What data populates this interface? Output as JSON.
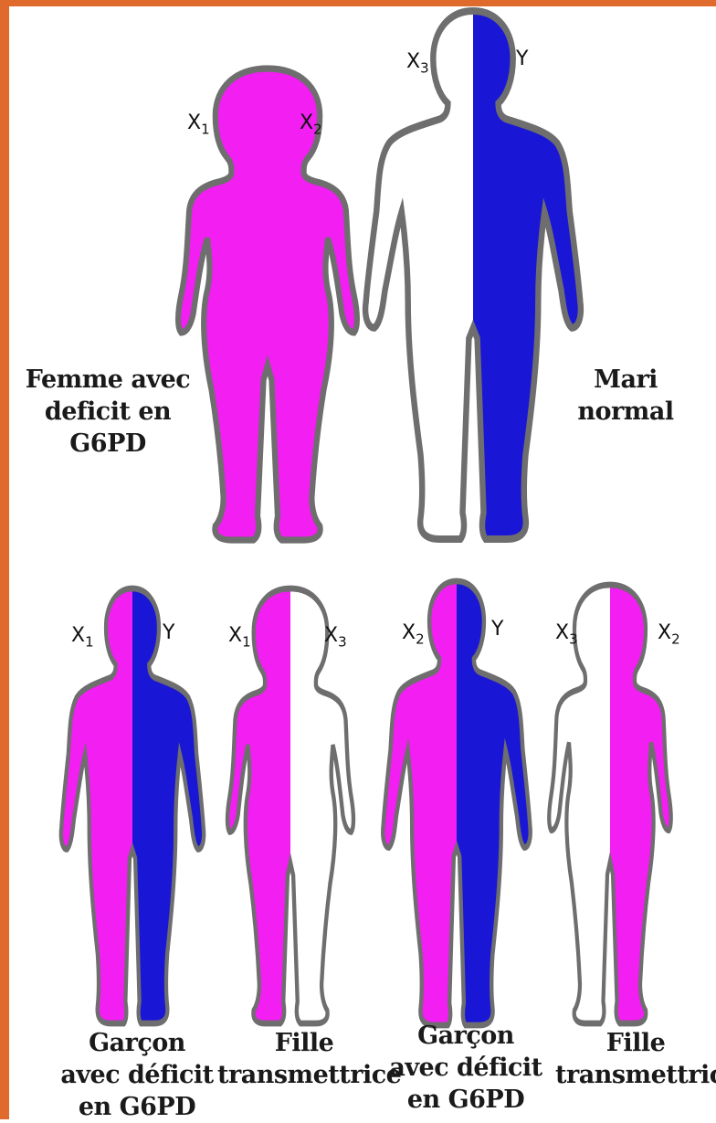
{
  "colors": {
    "deficient_x": "#f21ef2",
    "y_chromosome": "#1a16d6",
    "normal_x": "#ffffff",
    "outline": "#6e6e6e",
    "frame": "#e06a2c"
  },
  "parents": {
    "mother": {
      "label": "Femme avec\ndeficit en G6PD",
      "left": {
        "base": "X",
        "sub": "1",
        "fill": "deficient_x"
      },
      "right": {
        "base": "X",
        "sub": "2",
        "fill": "deficient_x"
      }
    },
    "father": {
      "label": "Mari\nnormal",
      "left": {
        "base": "X",
        "sub": "3",
        "fill": "normal_x"
      },
      "right": {
        "base": "Y",
        "sub": "",
        "fill": "y_chromosome"
      }
    }
  },
  "children": [
    {
      "label": "Garçon\navec déficit\nen G6PD",
      "left": {
        "base": "X",
        "sub": "1",
        "fill": "deficient_x"
      },
      "right": {
        "base": "Y",
        "sub": "",
        "fill": "y_chromosome"
      }
    },
    {
      "label": "Fille\ntransmettrice",
      "left": {
        "base": "X",
        "sub": "1",
        "fill": "deficient_x"
      },
      "right": {
        "base": "X",
        "sub": "3",
        "fill": "normal_x"
      }
    },
    {
      "label": "Garçon\navec déficit\nen G6PD",
      "left": {
        "base": "X",
        "sub": "2",
        "fill": "deficient_x"
      },
      "right": {
        "base": "Y",
        "sub": "",
        "fill": "y_chromosome"
      }
    },
    {
      "label": "Fille\ntransmettrice",
      "left": {
        "base": "X",
        "sub": "3",
        "fill": "normal_x"
      },
      "right": {
        "base": "X",
        "sub": "2",
        "fill": "deficient_x"
      }
    }
  ]
}
